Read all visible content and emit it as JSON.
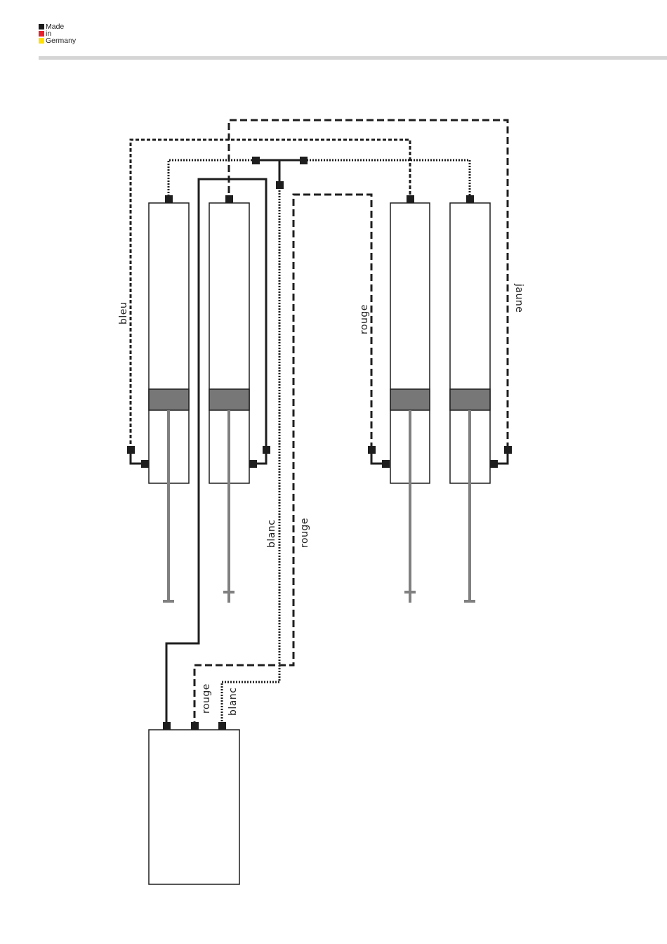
{
  "header": {
    "logo_lines": [
      "Made",
      "in",
      "Germany"
    ],
    "flag_colors": [
      "#1a1a1a",
      "#e8212d",
      "#ffe000"
    ]
  },
  "diagram": {
    "labels": {
      "bleu": "bleu",
      "rouge_right": "rouge",
      "jaune": "jaune",
      "blanc_mid": "blanc",
      "rouge_mid": "rouge",
      "rouge_low": "rouge",
      "blanc_low": "blanc"
    },
    "colors": {
      "line": "#1e1e1e",
      "piston": "#777777",
      "rod": "#808080"
    }
  }
}
